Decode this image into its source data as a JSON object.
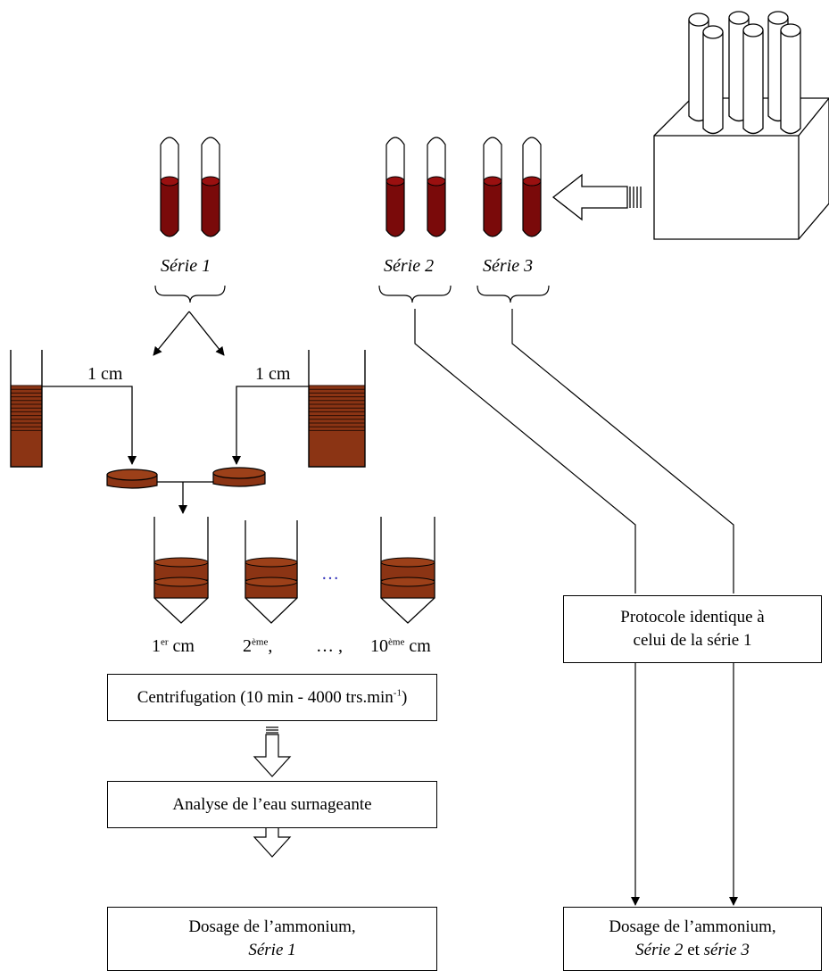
{
  "labels": {
    "serie1": "Série 1",
    "serie2": "Série 2",
    "serie3": "Série 3",
    "depth_left": "1 cm",
    "depth_right": "1 cm",
    "ellipsis_tubes": "…",
    "first_cm_num": "1",
    "first_cm_sup": "er",
    "first_cm_unit": " cm",
    "second_num": "2",
    "second_sup": "ème",
    "second_sep": ",",
    "ellipsis_row": "… ,",
    "tenth_num": "10",
    "tenth_sup": "ème",
    "tenth_unit": " cm"
  },
  "boxes": {
    "centrifugation": {
      "text": "Centrifugation (10 min - 4000 trs.min",
      "sup": "-1",
      "close": ")"
    },
    "analyse": "Analyse de l’eau surnageante",
    "dosage1": {
      "line1": "Dosage de l’ammonium,",
      "line2": "Série 1"
    },
    "protocole": {
      "line1": "Protocole identique à",
      "line2": "celui de la série 1"
    },
    "dosage23": {
      "line1": "Dosage de l’ammonium,",
      "line2a": "Série 2",
      "line2b": " et ",
      "line2c": "série 3"
    }
  },
  "colors": {
    "blood": "#7a0a0a",
    "sediment": "#8b3414",
    "sediment_line": "#2b0e04",
    "line": "#000000",
    "ellipsis": "#2a2ab8"
  }
}
